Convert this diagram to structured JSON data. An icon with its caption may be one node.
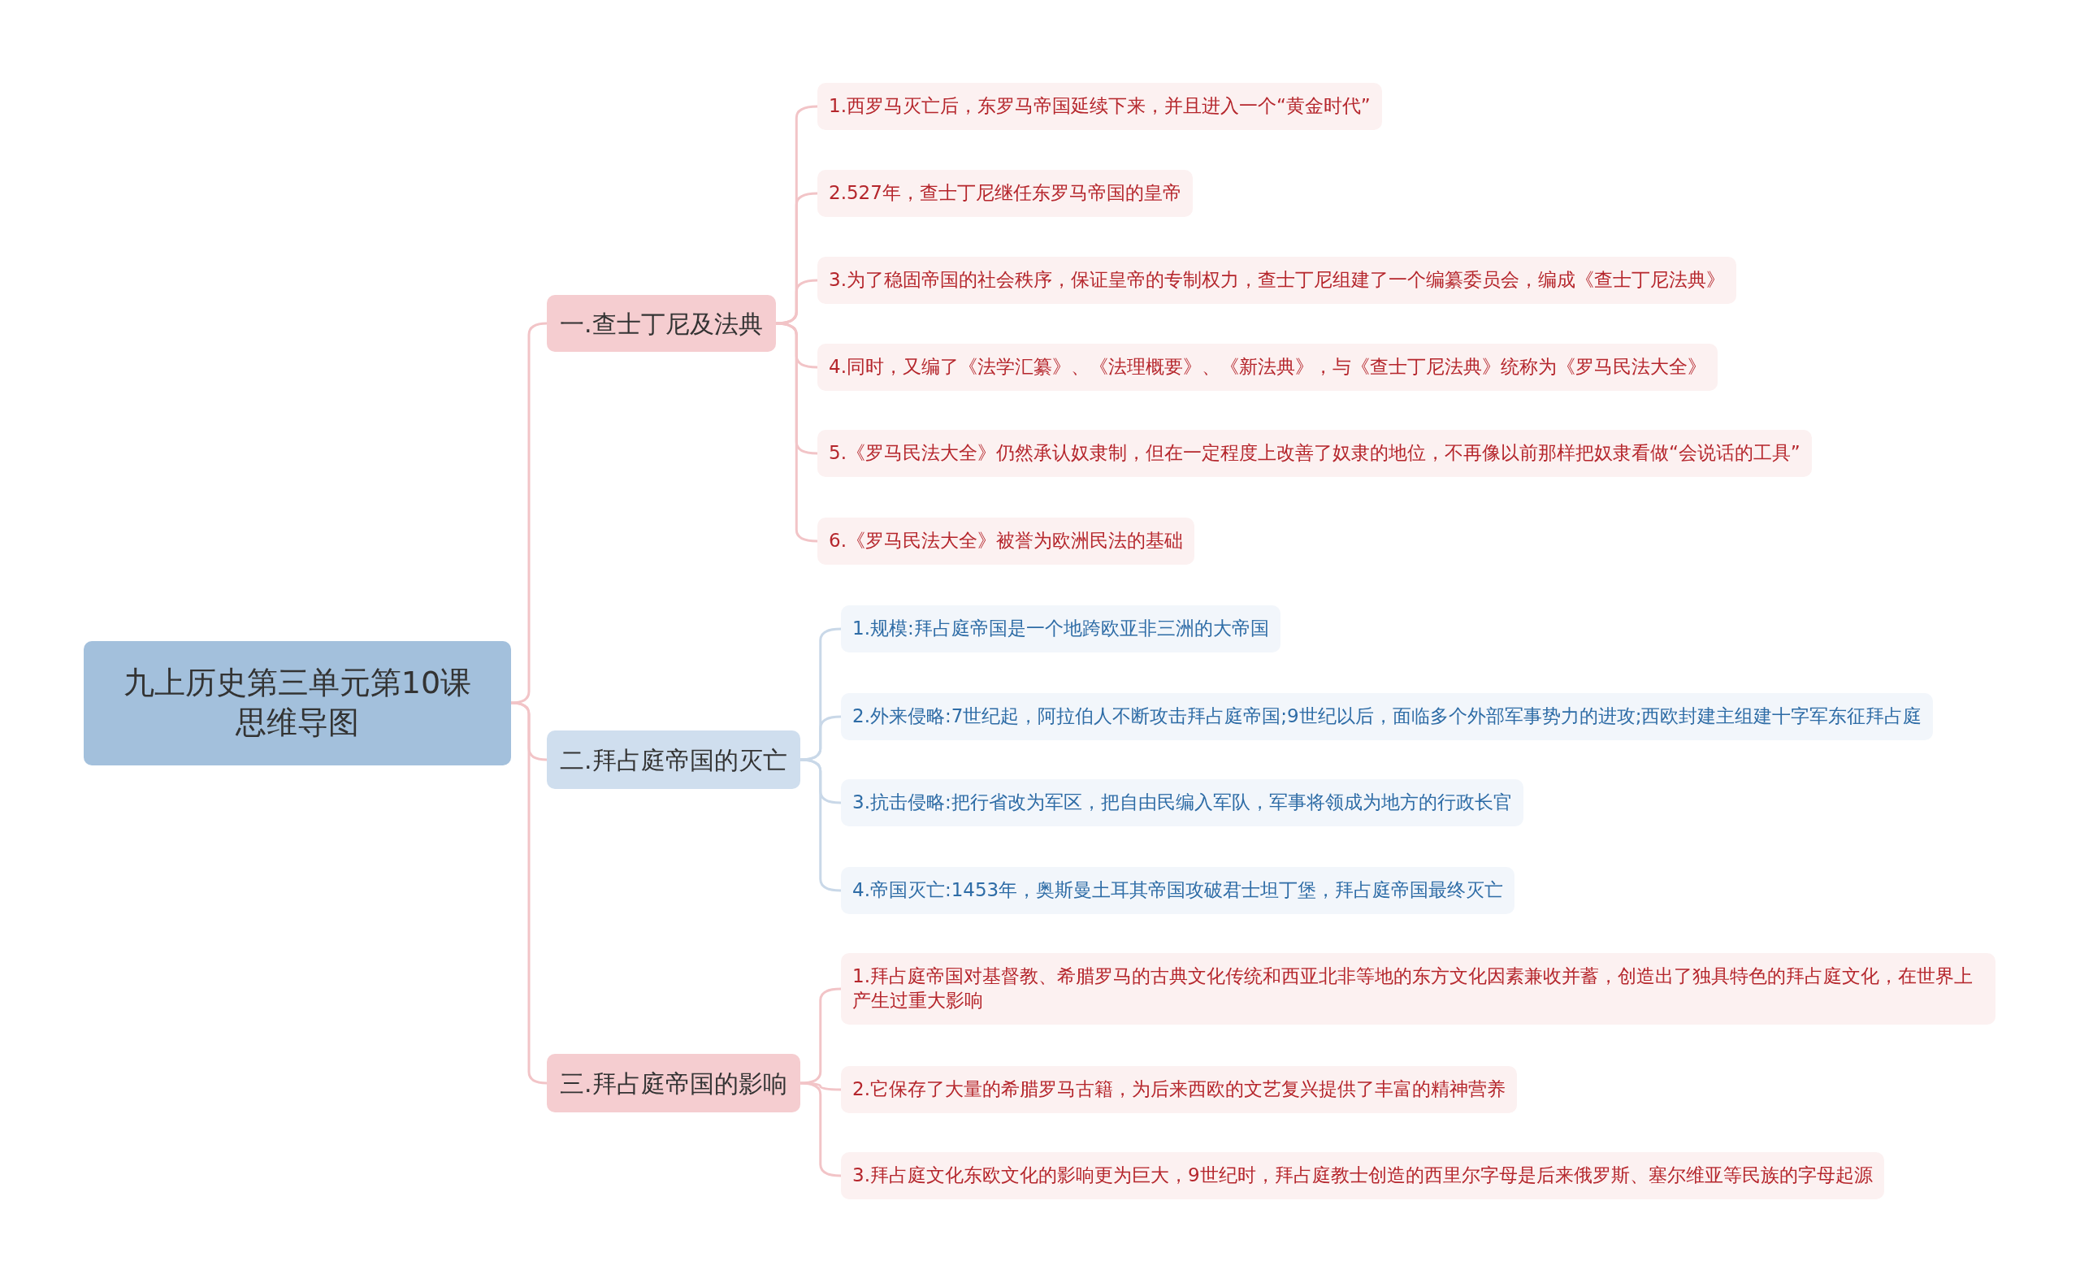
{
  "diagram": {
    "nodes": [
      {
        "text": [
          "九上历史第三单元第10课思维导图"
        ]
      },
      {
        "text": [
          "一.查士丁尼及法典"
        ]
      },
      {
        "text": [
          "1.西罗马灭亡后，东罗马帝国延续下来，并且进入一个“黄金时代”"
        ]
      },
      {
        "text": [
          "2.527年，查士丁尼继任东罗马帝国的皇帝"
        ]
      },
      {
        "text": [
          "3.为了稳固帝国的社会秩序，保证皇帝的专制权力，查士丁尼组建了一个编纂委员会，编成《查士丁尼法典》"
        ]
      },
      {
        "text": [
          "4.同时，又编了《法学汇纂》、《法理概要》、《新法典》，与《查士丁尼法典》统称为《罗马民法大全》"
        ]
      },
      {
        "text": [
          "5.《罗马民法大全》仍然承认奴隶制，但在一定程度上改善了奴隶的地位，不再像以前那样把奴隶看做“会说话的工具”"
        ]
      },
      {
        "text": [
          "6.《罗马民法大全》被誉为欧洲民法的基础"
        ]
      },
      {
        "text": [
          "二.拜占庭帝国的灭亡"
        ]
      },
      {
        "text": [
          "1.规模:拜占庭帝国是一个地跨欧亚非三洲的大帝国"
        ]
      },
      {
        "text": [
          "2.外来侵略:7世纪起，阿拉伯人不断攻击拜占庭帝国;9世纪以后，面临多个外部军事势力的进攻;西欧封建主组建十字军东征拜占庭"
        ]
      },
      {
        "text": [
          "3.抗击侵略:把行省改为军区，把自由民编入军队，军事将领成为地方的行政长官"
        ]
      },
      {
        "text": [
          "4.帝国灭亡:1453年，奥斯曼土耳其帝国攻破君士坦丁堡，拜占庭帝国最终灭亡"
        ]
      },
      {
        "text": [
          "三.拜占庭帝国的影响"
        ]
      },
      {
        "text": [
          "1.拜占庭帝国对基督教、希腊罗马的古典文化传统和西亚北非等地的东方文化因素兼收并蓄，创造出了独具特色的拜占庭文化，在世界上产生过重大影响"
        ]
      },
      {
        "text": [
          "2.它保存了大量的希腊罗马古籍，为后来西欧的文艺复兴提供了丰富的精神营养"
        ]
      },
      {
        "text": [
          "3.拜占庭文化东欧文化的影响更为巨大，9世纪时，拜占庭教士创造的西里尔字母是后来俄罗斯、塞尔维亚等民族的字母起源"
        ]
      }
    ],
    "edges": [
      {
        "from": 0,
        "to": 1,
        "arrow": "none"
      },
      {
        "from": 0,
        "to": 8,
        "arrow": "none"
      },
      {
        "from": 0,
        "to": 13,
        "arrow": "none"
      },
      {
        "from": 1,
        "to": 2,
        "arrow": "none"
      },
      {
        "from": 1,
        "to": 3,
        "arrow": "none"
      },
      {
        "from": 1,
        "to": 4,
        "arrow": "none"
      },
      {
        "from": 1,
        "to": 5,
        "arrow": "none"
      },
      {
        "from": 1,
        "to": 6,
        "arrow": "none"
      },
      {
        "from": 1,
        "to": 7,
        "arrow": "none"
      },
      {
        "from": 8,
        "to": 9,
        "arrow": "none",
        "color": "#c9d8e8"
      },
      {
        "from": 8,
        "to": 10,
        "arrow": "none",
        "color": "#c9d8e8"
      },
      {
        "from": 8,
        "to": 11,
        "arrow": "none",
        "color": "#c9d8e8"
      },
      {
        "from": 8,
        "to": 12,
        "arrow": "none",
        "color": "#c9d8e8"
      },
      {
        "from": 13,
        "to": 14,
        "arrow": "none"
      },
      {
        "from": 13,
        "to": 15,
        "arrow": "none"
      },
      {
        "from": 13,
        "to": 16,
        "arrow": "none"
      }
    ]
  }
}
